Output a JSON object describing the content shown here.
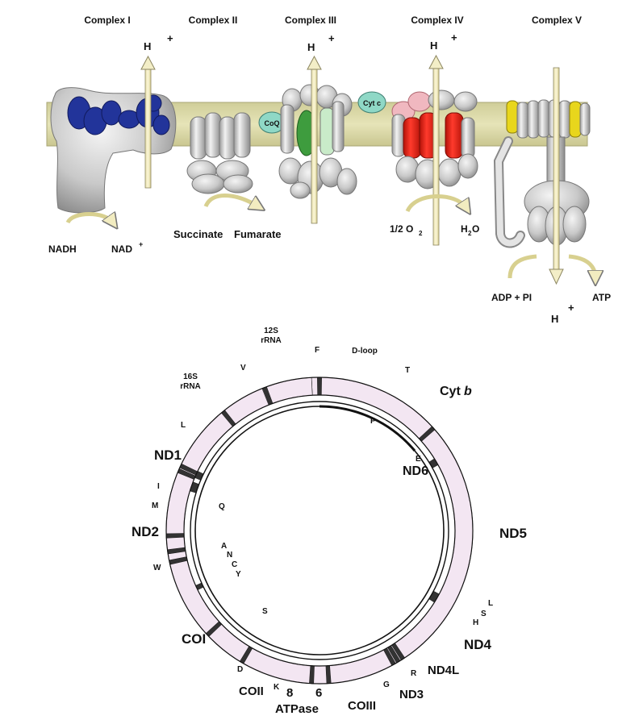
{
  "complexes": [
    {
      "title": "Complex I"
    },
    {
      "title": "Complex II"
    },
    {
      "title": "Complex III"
    },
    {
      "title": "Complex IV"
    },
    {
      "title": "Complex V"
    }
  ],
  "proton": {
    "symbol": "H",
    "sup": "+"
  },
  "carriers": {
    "coq": "CoQ",
    "cytc": "Cyt c"
  },
  "reactions": {
    "nadh": "NADH",
    "nad": "NAD",
    "nad_sup": "+",
    "succinate": "Succinate",
    "fumarate": "Fumarate",
    "oxygen": "1/2 O",
    "oxygen_sub": "2",
    "water": "H",
    "water_sub": "2",
    "water_tail": "O",
    "adp": "ADP + PI",
    "atp": "ATP"
  },
  "mtdna": {
    "big_labels": {
      "nd1": "ND1",
      "nd2": "ND2",
      "coi": "COI",
      "coii": "COII",
      "atp8": "8",
      "atp6": "6",
      "atpase": "ATPase",
      "coiii": "COIII",
      "nd3": "ND3",
      "nd4l": "ND4L",
      "nd4": "ND4",
      "nd5": "ND5",
      "nd6": "ND6",
      "cytb": "Cyt",
      "cytb_italic": "b"
    },
    "small_labels": {
      "rrna12": "12S",
      "rrna12b": "rRNA",
      "rrna16": "16S",
      "rrna16b": "rRNA",
      "dloop": "D-loop",
      "F": "F",
      "V": "V",
      "L": "L",
      "I": "I",
      "M": "M",
      "W": "W",
      "Q": "Q",
      "A": "A",
      "N": "N",
      "C": "C",
      "Y": "Y",
      "S": "S",
      "D": "D",
      "K": "K",
      "G": "G",
      "R": "R",
      "H": "H",
      "S2": "S",
      "L2": "L",
      "E": "E",
      "P": "P",
      "T": "T"
    }
  },
  "colors": {
    "membrane": "#dedcab",
    "complex_i": "#23379a",
    "protein_gray": "#c8c8c8",
    "green": "#3e9c3e",
    "red": "#e8271c",
    "yellow": "#e8d61c",
    "blue_gene": "#2b3d93",
    "rrna": "#f3e6f2",
    "cytb": "#3a9a3a"
  }
}
